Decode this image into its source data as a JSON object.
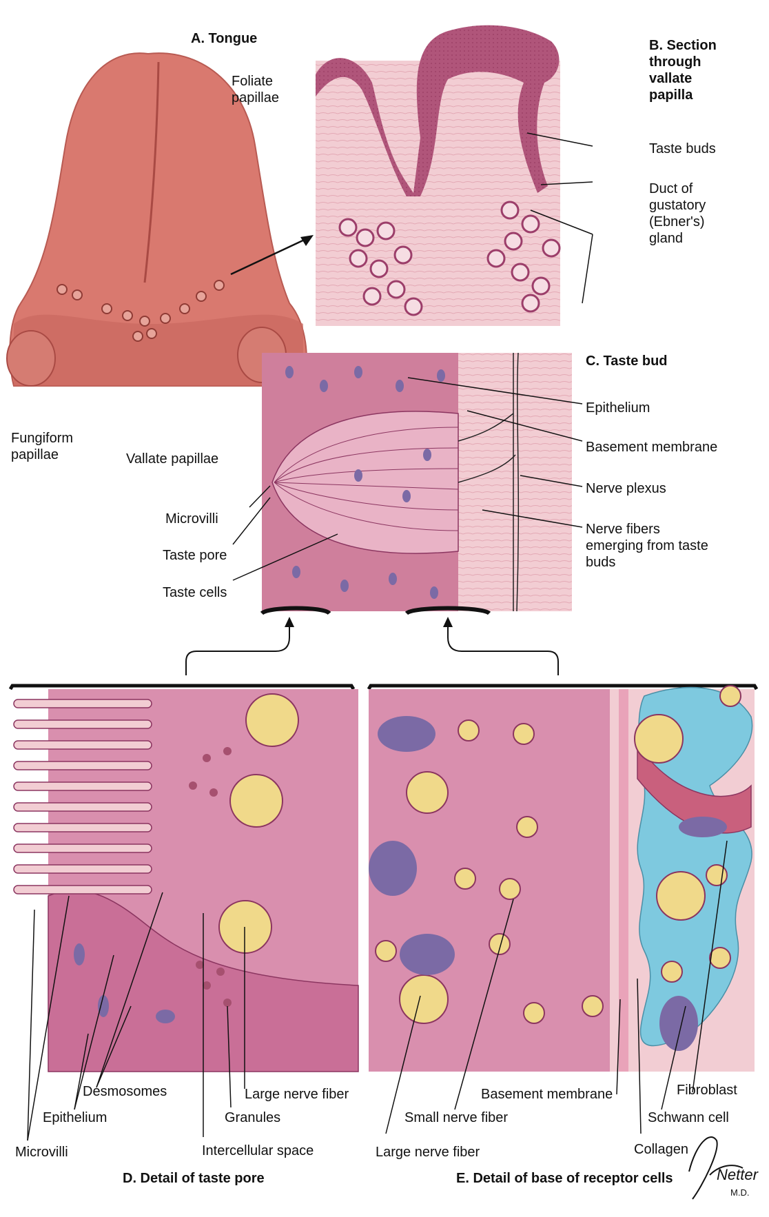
{
  "titles": {
    "a": "A. Tongue",
    "b": "B. Section through vallate papilla",
    "c": "C. Taste bud",
    "d": "D. Detail of taste pore",
    "e": "E. Detail of base of receptor cells"
  },
  "labels_a": {
    "foliate": "Foliate papillae",
    "fungiform": "Fungiform papillae",
    "vallate": "Vallate papillae"
  },
  "labels_b": {
    "taste_buds": "Taste buds",
    "duct": "Duct of gustatory (Ebner's) gland"
  },
  "labels_c": {
    "epithelium": "Epithelium",
    "basement": "Basement membrane",
    "plexus": "Nerve plexus",
    "fibers": "Nerve fibers emerging from taste buds",
    "microvilli": "Microvilli",
    "pore": "Taste pore",
    "cells": "Taste cells"
  },
  "labels_d": {
    "desmosomes": "Desmosomes",
    "epithelium": "Epithelium",
    "microvilli": "Microvilli",
    "large_fiber": "Large nerve fiber",
    "granules": "Granules",
    "intercellular": "Intercellular space"
  },
  "labels_e": {
    "basement": "Basement membrane",
    "fibroblast": "Fibroblast",
    "small_fiber": "Small nerve fiber",
    "schwann": "Schwann cell",
    "large_fiber": "Large nerve fiber",
    "collagen": "Collagen"
  },
  "signature": "F. Netter M.D.",
  "colors": {
    "tongue": "#d9796f",
    "epithelium_dark": "#b0557a",
    "tissue_light": "#f2cdd3",
    "cell_pink": "#cf7f9c",
    "nucleus": "#7b6aa5",
    "nerve_yellow": "#f0d98a",
    "schwann_blue": "#7ec9df",
    "membrane": "#e9a3b9",
    "line": "#111111"
  }
}
